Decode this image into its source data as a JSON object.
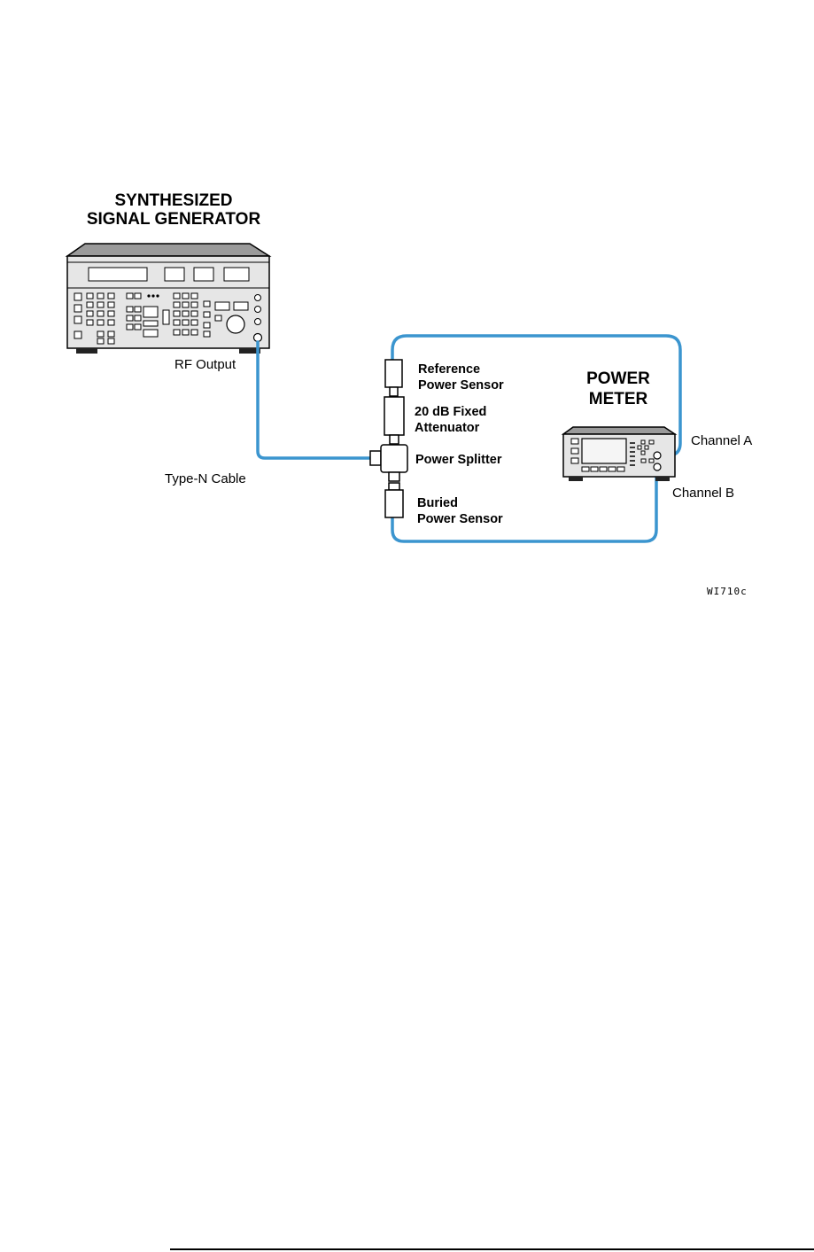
{
  "colors": {
    "cable": "#3b95cf",
    "instrument_body": "#e6e6e6",
    "instrument_top": "#9a9a9a",
    "instrument_feet": "#222222",
    "outline": "#000000"
  },
  "labels": {
    "signal_generator_line1": "SYNTHESIZED",
    "signal_generator_line2": "SIGNAL GENERATOR",
    "rf_output": "RF Output",
    "cable": "Type-N Cable",
    "reference_sensor_line1": "Reference",
    "reference_sensor_line2": "Power Sensor",
    "attenuator_line1": "20 dB Fixed",
    "attenuator_line2": "Attenuator",
    "power_splitter": "Power Splitter",
    "buried_sensor_line1": "Buried",
    "buried_sensor_line2": "Power Sensor",
    "power_meter_line1": "POWER",
    "power_meter_line2": "METER",
    "channel_a": "Channel A",
    "channel_b": "Channel B",
    "figure_id": "WI710c"
  },
  "icons": {
    "signal_generator": "signal-generator-icon",
    "power_meter": "power-meter-icon",
    "reference_sensor": "power-sensor-icon",
    "attenuator": "attenuator-icon",
    "power_splitter": "power-splitter-icon",
    "buried_sensor": "power-sensor-icon"
  }
}
